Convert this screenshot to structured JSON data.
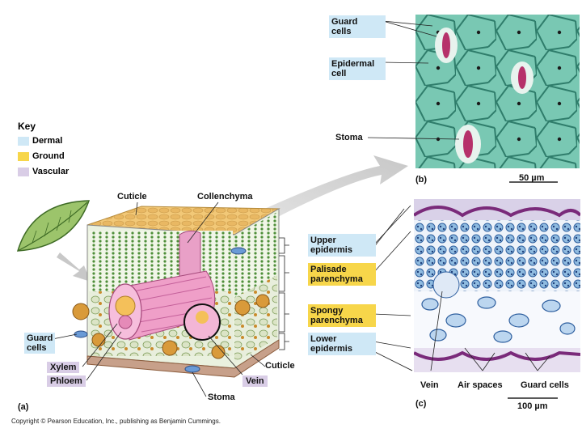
{
  "key": {
    "title": "Key",
    "items": [
      {
        "label": "Dermal",
        "color": "#cfe8f6"
      },
      {
        "label": "Ground",
        "color": "#f7d64a"
      },
      {
        "label": "Vascular",
        "color": "#d9cde6"
      }
    ]
  },
  "leaf_labels": {
    "cuticle_top": "Cuticle",
    "collenchyma": "Collenchyma",
    "guard_cells_l1": "Guard",
    "guard_cells_l2": "cells",
    "xylem": "Xylem",
    "phloem": "Phloem",
    "vein": "Vein",
    "stoma": "Stoma",
    "cuticle_bottom": "Cuticle",
    "panel": "(a)"
  },
  "layers": {
    "upper_l1": "Upper",
    "upper_l2": "epidermis",
    "palisade_l1": "Palisade",
    "palisade_l2": "parenchyma",
    "spongy_l1": "Spongy",
    "spongy_l2": "parenchyma",
    "lower_l1": "Lower",
    "lower_l2": "epidermis"
  },
  "micro_b": {
    "guard_l1": "Guard",
    "guard_l2": "cells",
    "epidermal_l1": "Epidermal",
    "epidermal_l2": "cell",
    "stoma": "Stoma",
    "panel": "(b)",
    "scale": "50 µm"
  },
  "micro_c": {
    "vein": "Vein",
    "air_spaces": "Air spaces",
    "guard_cells": "Guard cells",
    "panel": "(c)",
    "scale": "100 µm"
  },
  "copyright": "Copyright © Pearson Education, Inc., publishing as Benjamin Cummings."
}
